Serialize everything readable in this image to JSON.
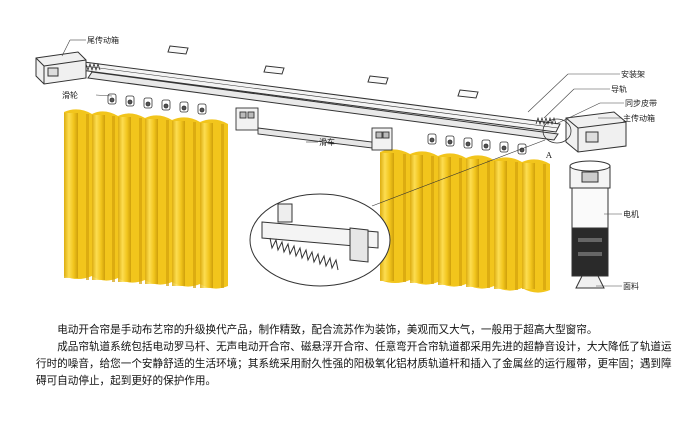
{
  "labels": {
    "tail_box": "尾传动箱",
    "pulley": "滑轮",
    "bracket": "安装架",
    "track": "导轨",
    "belt": "同步皮带",
    "head_box": "主传动箱",
    "slider": "滑车",
    "detail_marker": "A",
    "motor": "电机",
    "fabric": "面料"
  },
  "colors": {
    "curtain": "#f2c51c",
    "curtain_shadow": "#d9a90f",
    "curtain_highlight": "#ffe25a",
    "line": "#333333"
  },
  "description": [
    "电动开合帘是手动布艺帘的升级换代产品，制作精致，配合流苏作为装饰，美观而又大气，一般用于超高大型窗帘。",
    "成品帘轨道系统包括电动罗马杆、无声电动开合帘、磁悬浮开合帘、任意弯开合帘轨道都采用先进的超静音设计，大大降低了轨道运行时的噪音，给您一个安静舒适的生活环境；其系统采用耐久性强的阳极氧化铝材质轨道杆和插入了金属丝的运行履带，更牢固；遇到障碍可自动停止，起到更好的保护作用。"
  ]
}
